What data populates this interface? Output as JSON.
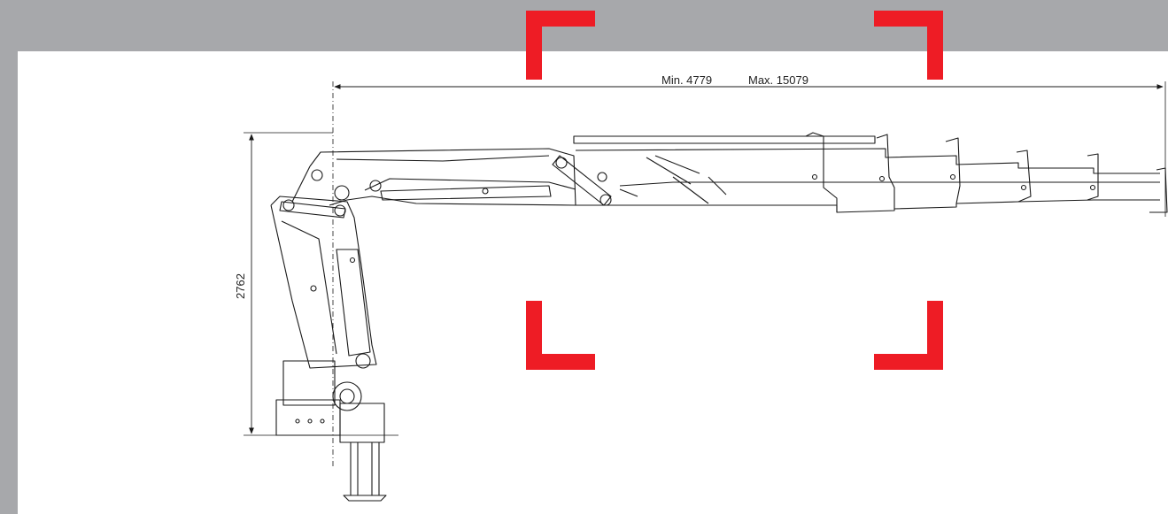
{
  "diagram": {
    "reach_min_label": "Min. 4779",
    "reach_max_label": "Max. 15079",
    "height_label": "2762"
  },
  "colors": {
    "frame_background": "#a7a8ab",
    "sheet_background": "#ffffff",
    "corner_marks": "#ee1c25",
    "line_art": "#1a1a1a"
  }
}
